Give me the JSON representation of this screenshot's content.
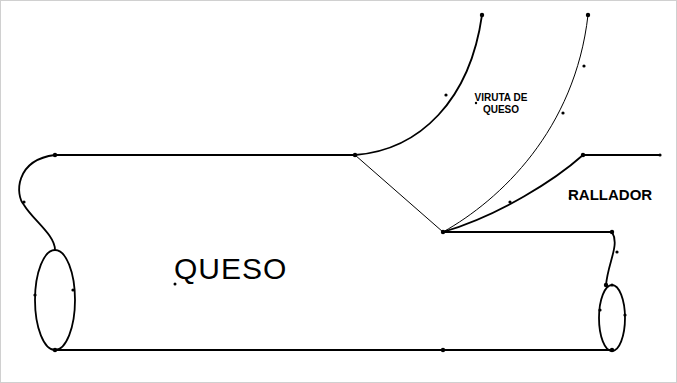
{
  "diagram": {
    "labels": [
      "QUESO",
      "VIRUTA DE QUESO",
      "RALLADOR"
    ]
  }
}
